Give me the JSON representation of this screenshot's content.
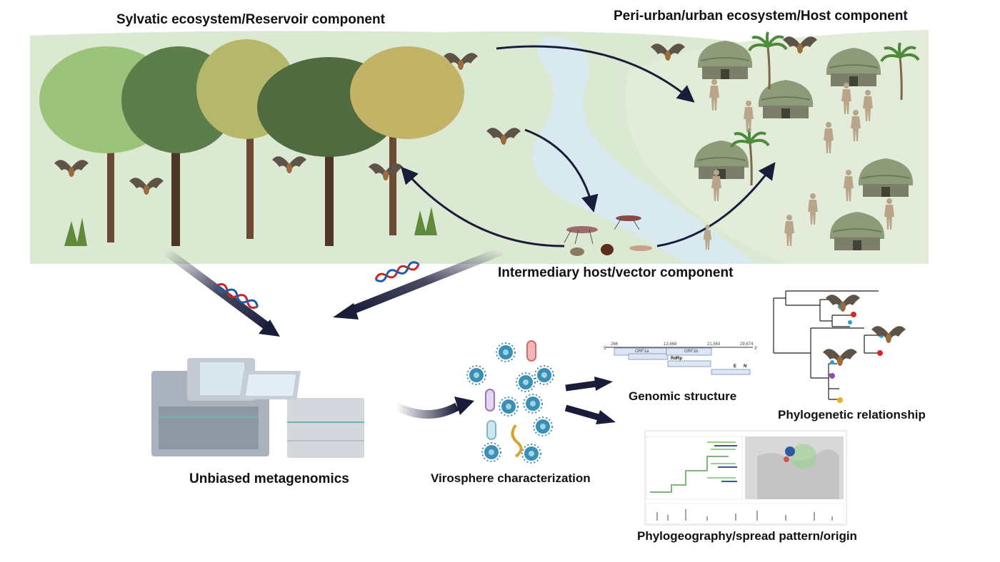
{
  "labels": {
    "sylvatic": "Sylvatic ecosystem/Reservoir component",
    "urban": "Peri-urban/urban ecosystem/Host component",
    "intermediary": "Intermediary host/vector component",
    "metagenomics": "Unbiased metagenomics",
    "virosphere": "Virosphere characterization",
    "genomic": "Genomic structure",
    "phylogenetic": "Phylogenetic relationship",
    "phylogeography": "Phylogeography/spread pattern/origin"
  },
  "genome": {
    "start": "266",
    "pos1": "13,468",
    "pos2": "21,563",
    "end": "29,674",
    "five_prime": "5'",
    "three_prime": "3'",
    "orf1a": "ORF1a",
    "orf1b": "ORF1b",
    "rdrp": "RdRp",
    "e": "E",
    "n": "N"
  },
  "icons": {
    "bat": "bat-icon",
    "mosquito": "mosquito-icon",
    "tick": "tick-icon",
    "human": "human-icon",
    "hut": "hut-icon",
    "palm": "palm-tree-icon",
    "tree": "tree-icon",
    "dna": "dna-icon",
    "virus": "virus-icon",
    "sequencer": "sequencer-icon"
  },
  "colors": {
    "forest_bg": "#dbe8d2",
    "river": "#d8eaf0",
    "arrow_dark": "#1a1d3a"
  }
}
